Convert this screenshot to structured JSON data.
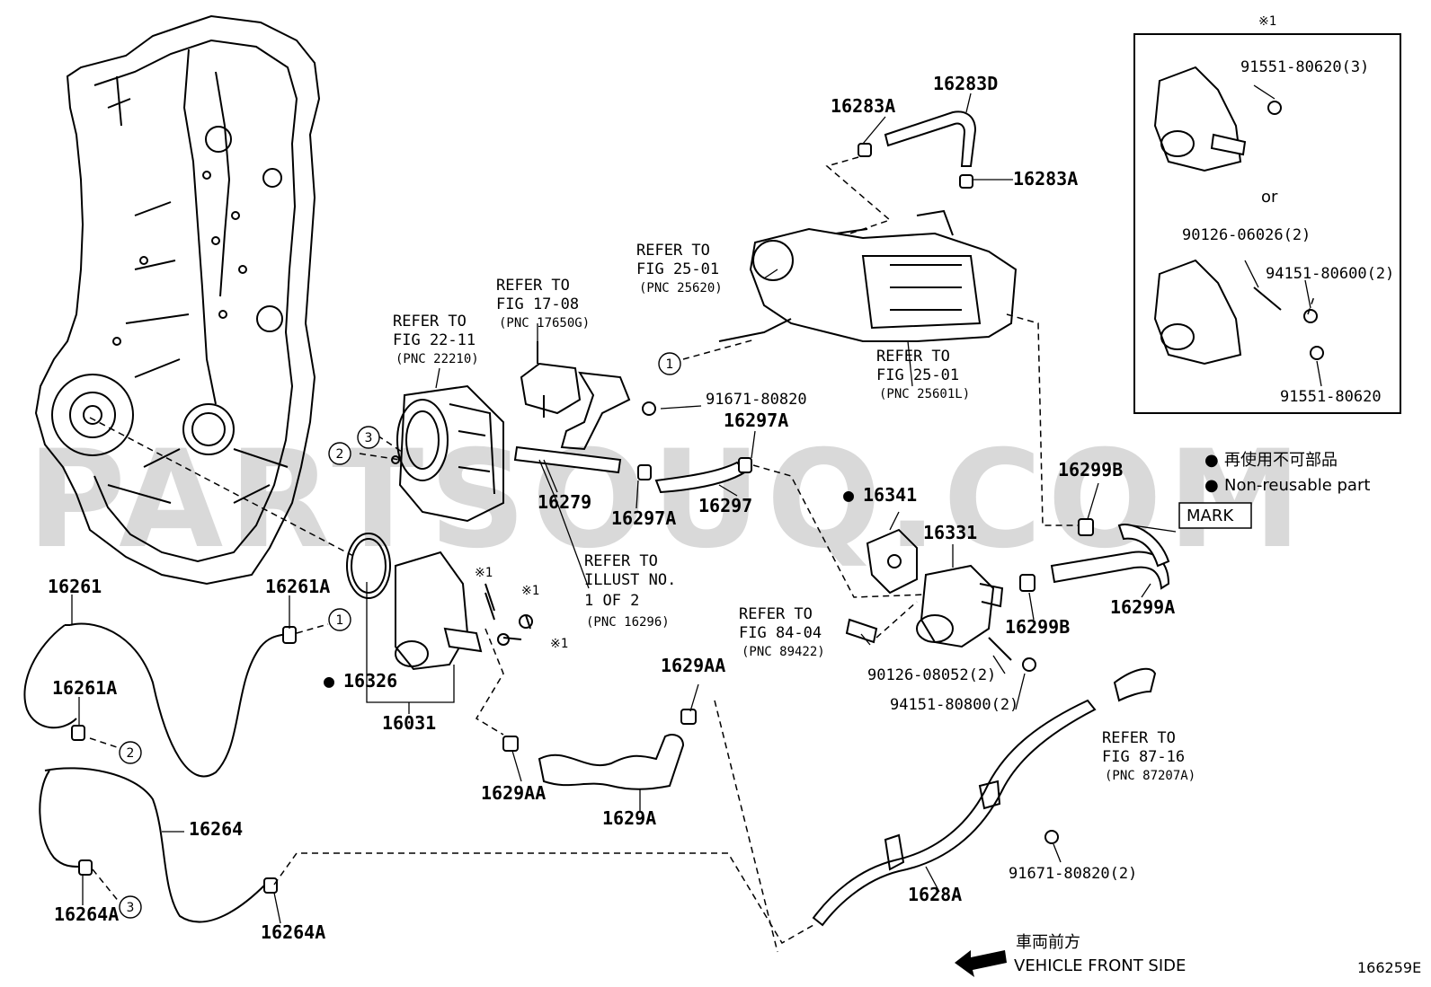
{
  "watermark": "PARTSOUQ.COM",
  "labels": {
    "p16261": "16261",
    "p16261A_top": "16261A",
    "p16261A_bot": "16261A",
    "p16264": "16264",
    "p16264A_left": "16264A",
    "p16264A_right": "16264A",
    "p16326": "16326",
    "p16031": "16031",
    "p16279": "16279",
    "p16297A_top": "16297A",
    "p16297A_bot": "16297A",
    "p16297": "16297",
    "p16283A_top": "16283A",
    "p16283A_right": "16283A",
    "p16283D": "16283D",
    "p91671_top": "91671-80820",
    "p16341": "16341",
    "p16331": "16331",
    "p16299B_top": "16299B",
    "p16299B_bot": "16299B",
    "p16299A": "16299A",
    "p1629AA_top": "1629AA",
    "p1629AA_bot": "1629AA",
    "p1629A": "1629A",
    "p1628A": "1628A",
    "p90126_08052": "90126-08052(2)",
    "p94151_80800": "94151-80800(2)",
    "p91671_bot": "91671-80820(2)"
  },
  "refs": {
    "fig22": {
      "l1": "REFER TO",
      "l2": "FIG 22-11",
      "l3": "(PNC 22210)"
    },
    "fig17": {
      "l1": "REFER TO",
      "l2": "FIG 17-08",
      "l3": "(PNC 17650G)"
    },
    "fig25a": {
      "l1": "REFER TO",
      "l2": "FIG 25-01",
      "l3": "(PNC 25620)"
    },
    "fig25b": {
      "l1": "REFER TO",
      "l2": "FIG 25-01",
      "l3": "(PNC 25601L)"
    },
    "illust": {
      "l1": "REFER TO",
      "l2": "ILLUST NO.",
      "l3": "1 OF 2",
      "l4": "(PNC 16296)"
    },
    "fig84": {
      "l1": "REFER TO",
      "l2": "FIG 84-04",
      "l3": "(PNC 89422)"
    },
    "fig87": {
      "l1": "REFER TO",
      "l2": "FIG 87-16",
      "l3": "(PNC 87207A)"
    }
  },
  "note_marks": {
    "mark1": "※1",
    "mark2": "※1",
    "mark3": "※1",
    "box_title": "※1"
  },
  "inset_box": {
    "or_text": "or",
    "p91551_3": "91551-80620(3)",
    "p90126_06026": "90126-06026(2)",
    "p94151_80600": "94151-80600(2)",
    "p91551": "91551-80620"
  },
  "legend": {
    "bullet_char": "●",
    "jp": "再使用不可部品",
    "en": "Non-reusable part",
    "mark": "MARK"
  },
  "direction": {
    "jp": "車両前方",
    "en": "VEHICLE FRONT SIDE"
  },
  "circle_refs": {
    "c1a": "1",
    "c1b": "1",
    "c2a": "2",
    "c2b": "2",
    "c3a": "3",
    "c3b": "3"
  },
  "figure_id": "166259E"
}
